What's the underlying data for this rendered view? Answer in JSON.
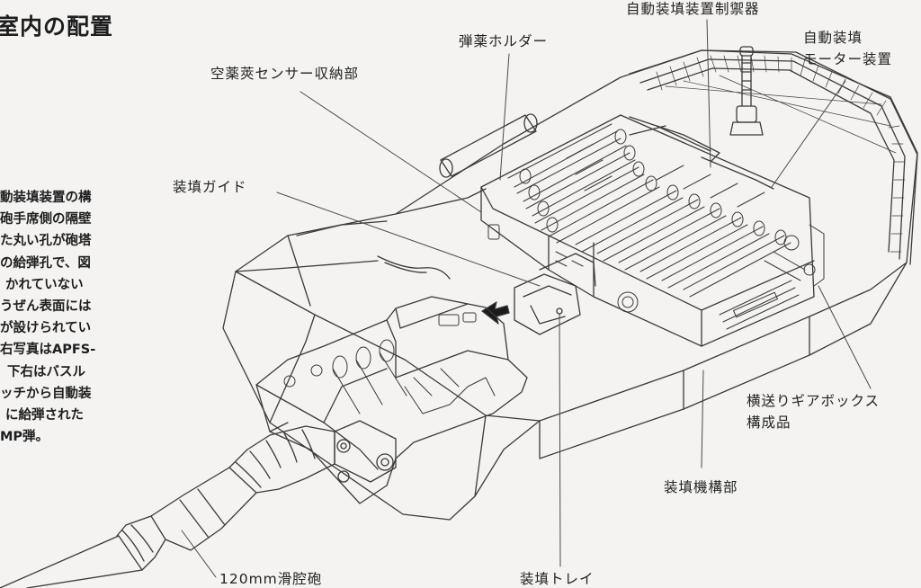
{
  "heading": "室内の配置",
  "paragraph_lines": [
    "動装填装置の構",
    "砲手席側の隔壁",
    "た丸い孔が砲塔",
    "の給弾孔で、図",
    "かれていない",
    "うぜん表面には",
    "が設けられてい",
    "右写真はAPFS-",
    "下右はバスル",
    "ッチから自動装",
    "に給弾された",
    "MP弾。"
  ],
  "labels": {
    "autoloader_controller": "自動装填装置制禦器",
    "autoloader_motor": [
      "自動装填",
      "モーター装置"
    ],
    "ammo_holder": "弾薬ホルダー",
    "casing_sensor": "空薬莢センサー収納部",
    "loading_guide": "装填ガイド",
    "gearbox": [
      "横送りギアボックス",
      "構成品"
    ],
    "loader_mechanism": "装填機構部",
    "main_gun": "120mm滑腔砲",
    "loading_tray": "装填トレイ"
  }
}
